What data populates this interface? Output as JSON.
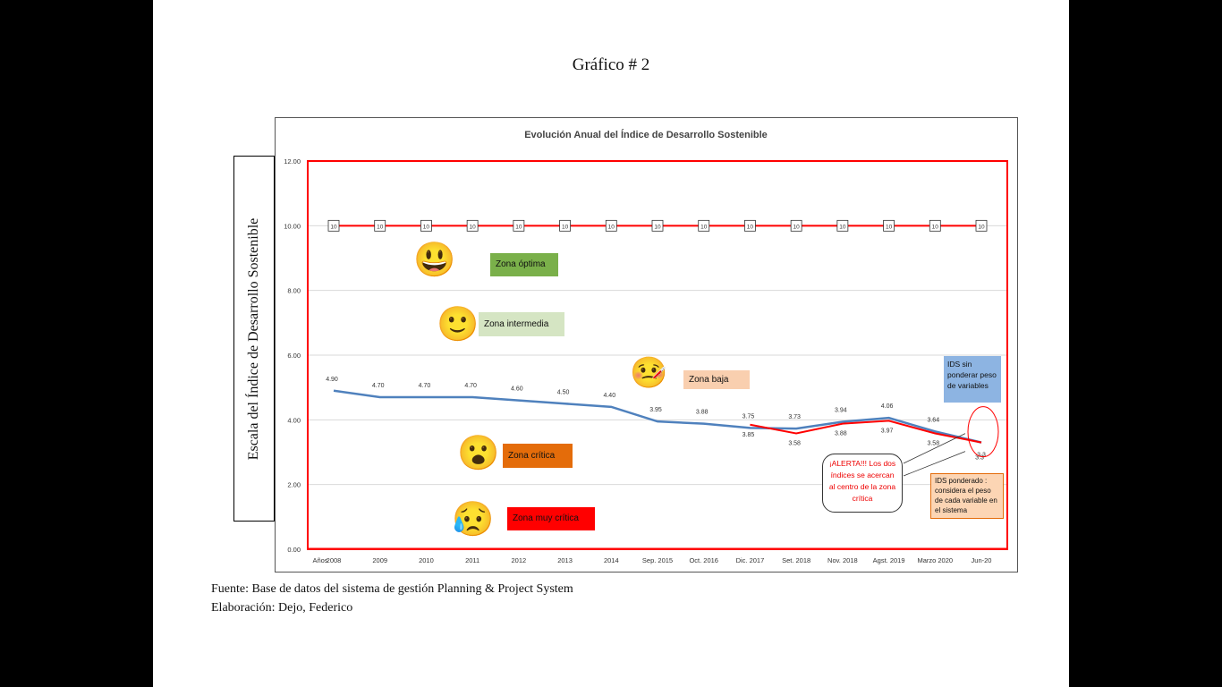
{
  "page_title": "Gráfico # 2",
  "y_axis_box_label": "Escala del Índice de Desarrollo Sostenible",
  "footer": {
    "source": "Fuente: Base de datos del sistema de gestión Planning & Project System",
    "author": "Elaboración: Dejo, Federico"
  },
  "zones": [
    {
      "label": "Zona óptima",
      "emoji": "😃",
      "color": "#7ab04a"
    },
    {
      "label": "Zona intermedia",
      "emoji": "🙂",
      "color": "#d5e5c3"
    },
    {
      "label": "Zona baja",
      "emoji": "🤒",
      "color": "#f9cfaf"
    },
    {
      "label": "Zona crítica",
      "emoji": "😮",
      "color": "#e46c0a"
    },
    {
      "label": "Zona muy crítica",
      "emoji": "😥",
      "color": "#ff0000"
    }
  ],
  "notes": {
    "ids_unweighted": "IDS sin ponderar peso de variables",
    "ids_weighted": "IDS ponderado : considera el peso de cada variable en el sistema",
    "alert": "¡ALERTA!!! Los dos índices se acercan al centro de la zona crítica"
  },
  "colors": {
    "red": "#ff0000",
    "blue_line": "#4f81bd",
    "note_blue": "#8db4e2",
    "note_peach": "#fcd5b4"
  },
  "chart_data": {
    "type": "line",
    "title": "Evolución Anual del Índice de Desarrollo Sostenible",
    "x_axis_prefix": "Años",
    "categories": [
      "2008",
      "2009",
      "2010",
      "2011",
      "2012",
      "2013",
      "2014",
      "Sep. 2015",
      "Oct. 2016",
      "Dic. 2017",
      "Set. 2018",
      "Nov. 2018",
      "Agst. 2019",
      "Marzo 2020",
      "Jun-20"
    ],
    "ylim": [
      0,
      12
    ],
    "yticks": [
      "0.00",
      "2.00",
      "4.00",
      "6.00",
      "8.00",
      "10.00",
      "12.00"
    ],
    "grid": true,
    "series": [
      {
        "values": [
          10,
          10,
          10,
          10,
          10,
          10,
          10,
          10,
          10,
          10,
          10,
          10,
          10,
          10,
          10
        ],
        "labels": [
          "10",
          "10",
          "10",
          "10",
          "10",
          "10",
          "10",
          "10",
          "10",
          "10",
          "10",
          "10",
          "10",
          "10",
          "10"
        ]
      },
      {
        "values": [
          4.9,
          4.7,
          4.7,
          4.7,
          4.6,
          4.5,
          4.4,
          3.95,
          3.88,
          3.75,
          3.73,
          3.94,
          4.06,
          3.64,
          3.3
        ],
        "labels": [
          "4.90",
          "4.70",
          "4.70",
          "4.70",
          "4.60",
          "4.50",
          "4.40",
          "3.95",
          "3.88",
          "3.75",
          "3.73",
          "3.94",
          "4.06",
          "3.64",
          "3.3"
        ]
      },
      {
        "values": [
          null,
          null,
          null,
          null,
          null,
          null,
          null,
          null,
          null,
          3.85,
          3.58,
          3.88,
          3.97,
          3.58,
          3.3
        ],
        "labels": [
          "",
          "",
          "",
          "",
          "",
          "",
          "",
          "",
          "",
          "3.85",
          "3.58",
          "3.88",
          "3.97",
          "3.58",
          "3.3"
        ]
      }
    ]
  }
}
